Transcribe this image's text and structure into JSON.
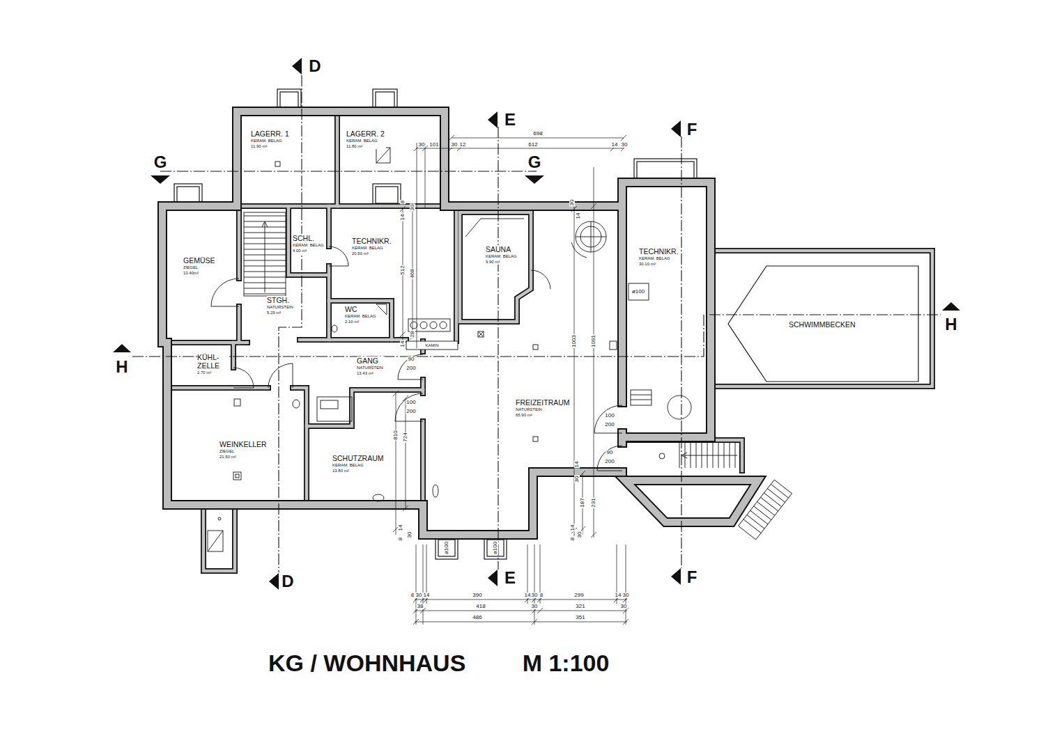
{
  "diagram": {
    "title": "KG / WOHNHAUS",
    "nodes": [
      {
        "text": [
          "LAGERR. 1",
          "KERAM. BELAG",
          "11.90 m²"
        ]
      },
      {
        "text": [
          "LAGERR. 2",
          "KERAM. BELAG",
          "11.80 m²"
        ]
      },
      {
        "text": [
          "GEMÜSE",
          "ZIEGEL",
          "13.40m²"
        ]
      },
      {
        "text": [
          "SCHL.",
          "KERAM. BELAG",
          "4.00 m²"
        ]
      },
      {
        "text": [
          "STGH.",
          "NATURSTEIN",
          "5.29 m²"
        ]
      },
      {
        "text": [
          "TECHNIKR.",
          "KERAM. BELAG",
          "20.50 m²"
        ]
      },
      {
        "text": [
          "WC",
          "KERAM. BELAG",
          "2.10 m²"
        ]
      },
      {
        "text": [
          "SAUNA",
          "KERAM. BELAG",
          "9.90 m²"
        ]
      },
      {
        "text": [
          "TECHNIKR.",
          "KERAM. BELAG",
          "30.10 m²"
        ]
      },
      {
        "text": [
          "SCHWIMMBECKEN"
        ]
      },
      {
        "text": [
          "KÜHL- ZELLE",
          "2.70 m²"
        ]
      },
      {
        "text": [
          "GANG",
          "NATURSTEIN",
          "13.43 m²"
        ]
      },
      {
        "text": [
          "WEINKELLER",
          "ZIEGEL",
          "21.50 m²"
        ]
      },
      {
        "text": [
          "SCHUTZRAUM",
          "KERAM. BELAG",
          "13.80 m²"
        ]
      },
      {
        "text": [
          "FREIZEITRAUM",
          "NATURSTEIN",
          "65.90 m²"
        ]
      }
    ],
    "labels": [
      "D",
      "D",
      "E",
      "E",
      "F",
      "F",
      "G",
      "G",
      "H",
      "H",
      "698",
      "30",
      "101",
      "30",
      "12",
      "612",
      "14",
      "30",
      "14",
      "8",
      "30",
      "512",
      "468",
      "14",
      "28",
      "90",
      "200",
      "100",
      "200",
      "100",
      "200",
      "90",
      "200",
      "30",
      "14",
      "1003",
      "1091",
      "810",
      "724",
      "30",
      "14",
      "187",
      "231",
      "8",
      "14",
      "30",
      "14",
      "8",
      "30",
      "8",
      "30",
      "14",
      "390",
      "14",
      "30",
      "8",
      "299",
      "14",
      "30",
      "38",
      "418",
      "30",
      "321",
      "30",
      "486",
      "351",
      "ø100",
      "ø100",
      "ø100",
      "KAMIN",
      "M 1:100"
    ]
  }
}
